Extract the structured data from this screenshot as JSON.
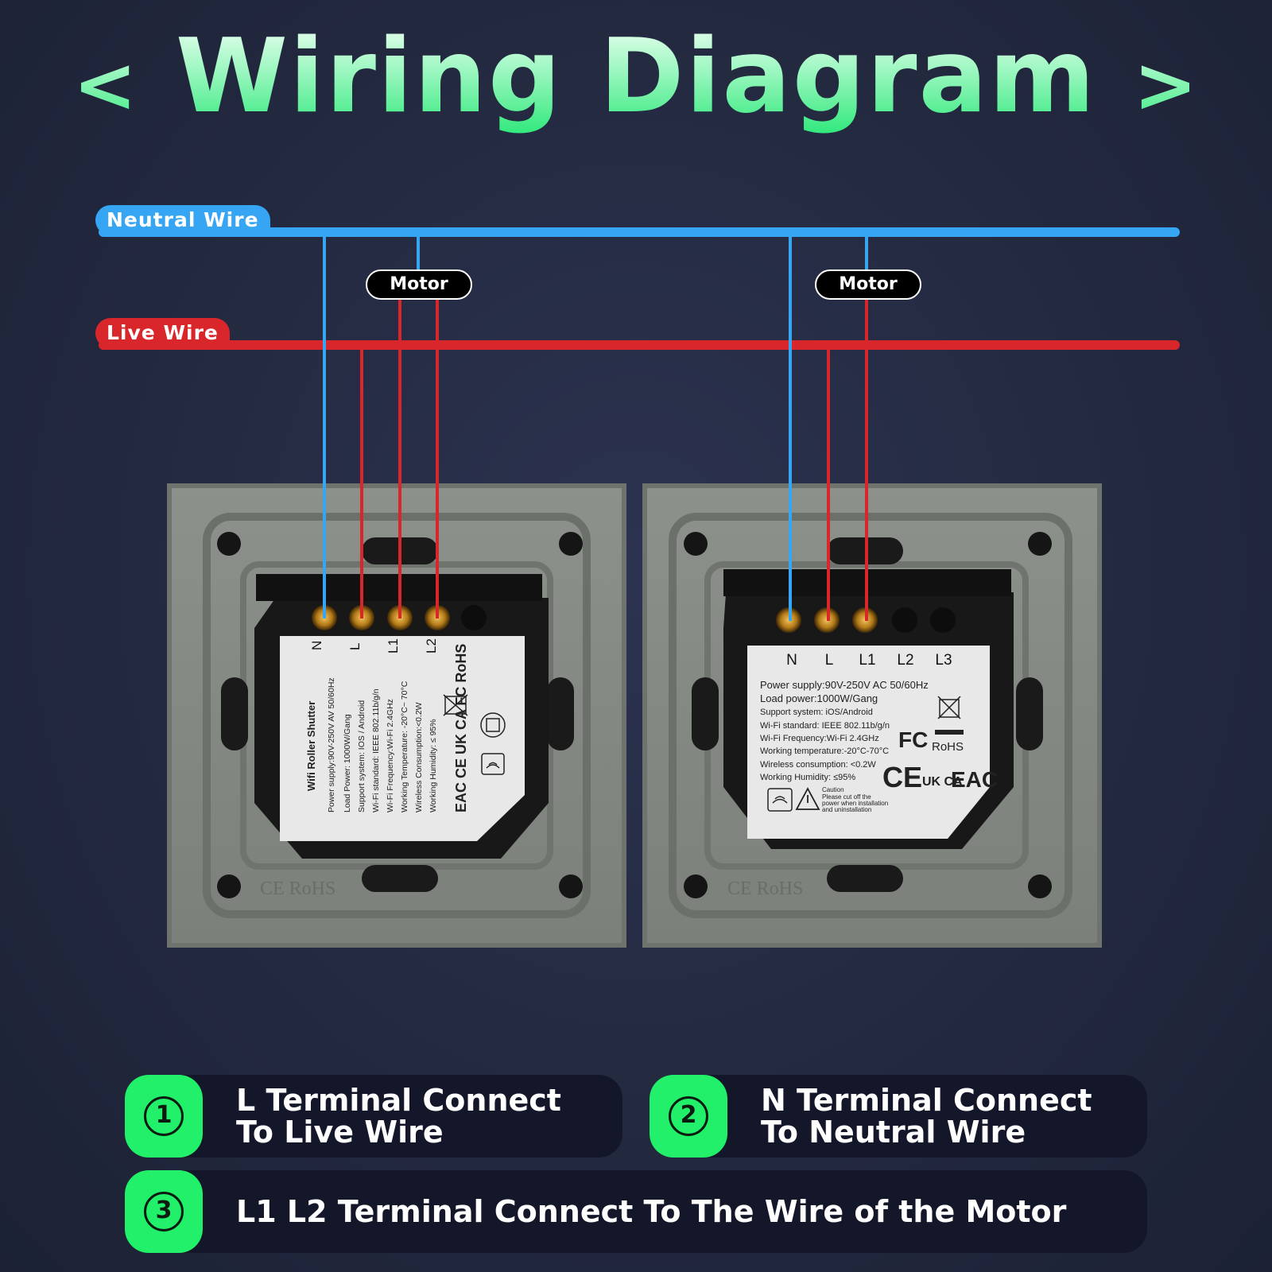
{
  "title": {
    "left": "<",
    "main": "Wiring Diagram",
    "right": ">"
  },
  "wires": {
    "neutral": "Neutral Wire",
    "live": "Live Wire"
  },
  "motors": [
    "Motor",
    "Motor"
  ],
  "colors": {
    "neutral": "#36a6f4",
    "live": "#d8262a",
    "accent": "#22f06a"
  },
  "switch_left": {
    "terminals": [
      "N",
      "L",
      "L1",
      "L2"
    ],
    "label_title": "Wifi Roller Shutter",
    "label_lines": [
      "Power supply:90V-250V AV 50/60Hz",
      "Load Power: 1000W/Gang",
      "Support system: IOS / Android",
      "Wi-Fi standard: IEEE 802.11b/g/n",
      "Wi-Fi Frequency:Wi-Fi 2.4GHz",
      "Working Temperature: -20°C~ 70°C",
      "Wireless Consumption:<0.2W",
      "Working Humidity: ≤ 95%"
    ],
    "marks": "EAC CE UK CA FC RoHS",
    "plate_mark": "CE RoHS"
  },
  "switch_right": {
    "terminals": [
      "N",
      "L",
      "L1",
      "L2",
      "L3"
    ],
    "label_lines": [
      "Power supply:90V-250V  AC  50/60Hz",
      "Load power:1000W/Gang",
      "Support system: iOS/Android",
      "Wi-Fi standard: IEEE 802.11b/g/n",
      "Wi-Fi Frequency:Wi-Fi 2.4GHz",
      "Working temperature:-20°C-70°C",
      "Wireless consumption: <0.2W",
      "Working Humidity:  ≤95%"
    ],
    "caution": [
      "Caution",
      "Please cut off the",
      "power when installation",
      "and uninstallation"
    ],
    "marks": {
      "fc": "FC",
      "rohs": "RoHS",
      "ce": "CE",
      "ukca": "UK CA",
      "eac": "EAC"
    },
    "plate_mark": "CE RoHS"
  },
  "legend": [
    {
      "num": "1",
      "line1": "L  Terminal Connect",
      "line2": "To Live Wire"
    },
    {
      "num": "2",
      "line1": "N  Terminal Connect",
      "line2": "To Neutral Wire"
    },
    {
      "num": "3",
      "line1": "L1 L2 Terminal Connect To The Wire  of the Motor"
    }
  ]
}
